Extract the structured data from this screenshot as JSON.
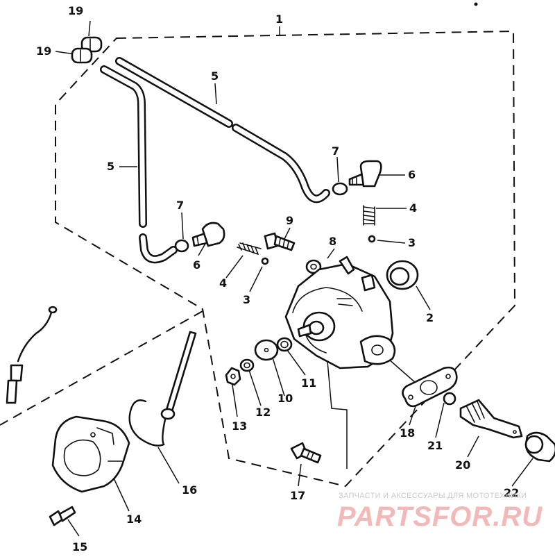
{
  "diagram": {
    "callouts": [
      {
        "id": "c1",
        "label": "1"
      },
      {
        "id": "c19a",
        "label": "19"
      },
      {
        "id": "c19b",
        "label": "19"
      },
      {
        "id": "c5a",
        "label": "5"
      },
      {
        "id": "c5b",
        "label": "5"
      },
      {
        "id": "c7a",
        "label": "7"
      },
      {
        "id": "c6a",
        "label": "6"
      },
      {
        "id": "c4a",
        "label": "4"
      },
      {
        "id": "c3a",
        "label": "3"
      },
      {
        "id": "c7b",
        "label": "7"
      },
      {
        "id": "c6b",
        "label": "6"
      },
      {
        "id": "c9",
        "label": "9"
      },
      {
        "id": "c4b",
        "label": "4"
      },
      {
        "id": "c3b",
        "label": "3"
      },
      {
        "id": "c8",
        "label": "8"
      },
      {
        "id": "c2",
        "label": "2"
      },
      {
        "id": "c11",
        "label": "11"
      },
      {
        "id": "c10",
        "label": "10"
      },
      {
        "id": "c12",
        "label": "12"
      },
      {
        "id": "c13",
        "label": "13"
      },
      {
        "id": "c18",
        "label": "18"
      },
      {
        "id": "c21",
        "label": "21"
      },
      {
        "id": "c20",
        "label": "20"
      },
      {
        "id": "c22",
        "label": "22"
      },
      {
        "id": "c17",
        "label": "17"
      },
      {
        "id": "c16",
        "label": "16"
      },
      {
        "id": "c14",
        "label": "14"
      },
      {
        "id": "c15",
        "label": "15"
      }
    ]
  },
  "watermark": {
    "caption": "ЗАПЧАСТИ И АКСЕССУАРЫ ДЛЯ МОТОТЕХНИКИ",
    "logo": "PARTSFOR.RU",
    "logo_color": "#f3b8b8"
  }
}
